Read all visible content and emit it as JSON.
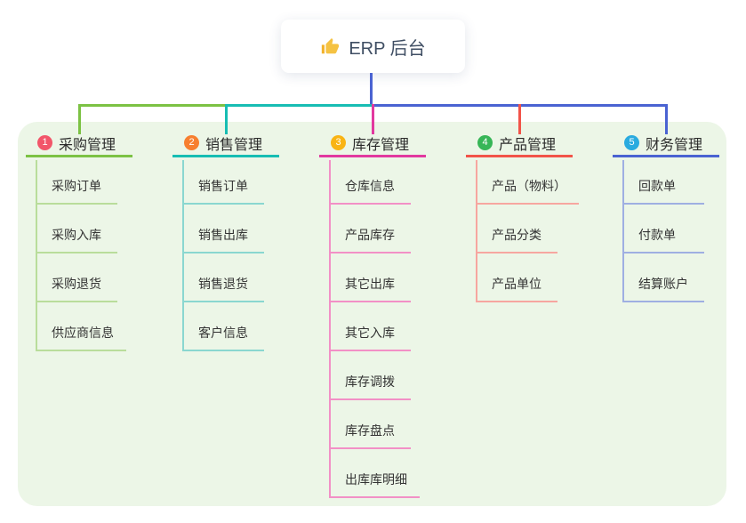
{
  "page": {
    "background": "#ffffff",
    "panel_color": "#ecf6e7"
  },
  "root": {
    "icon": "thumbs-up-icon",
    "icon_color": "#f2b32c",
    "label": "ERP 后台",
    "line_color": "#4a63d2"
  },
  "branches": [
    {
      "number": "1",
      "label": "采购管理",
      "badge_color": "#f2566a",
      "line_color": "#7cc244",
      "child_line_color": "#b9dd9b",
      "children": [
        "采购订单",
        "采购入库",
        "采购退货",
        "供应商信息"
      ]
    },
    {
      "number": "2",
      "label": "销售管理",
      "badge_color": "#f77f2f",
      "line_color": "#17bdb3",
      "child_line_color": "#8ad7d0",
      "children": [
        "销售订单",
        "销售出库",
        "销售退货",
        "客户信息"
      ]
    },
    {
      "number": "3",
      "label": "库存管理",
      "badge_color": "#f9b414",
      "line_color": "#e2399f",
      "child_line_color": "#f290c6",
      "children": [
        "仓库信息",
        "产品库存",
        "其它出库",
        "其它入库",
        "库存调拨",
        "库存盘点",
        "出库库明细"
      ]
    },
    {
      "number": "4",
      "label": "产品管理",
      "badge_color": "#37b657",
      "line_color": "#f25449",
      "child_line_color": "#f7a6a0",
      "children": [
        "产品（物料）",
        "产品分类",
        "产品单位"
      ]
    },
    {
      "number": "5",
      "label": "财务管理",
      "badge_color": "#2aabdf",
      "line_color": "#4a63d2",
      "child_line_color": "#9fafe2",
      "children": [
        "回款单",
        "付款单",
        "结算账户"
      ]
    }
  ]
}
